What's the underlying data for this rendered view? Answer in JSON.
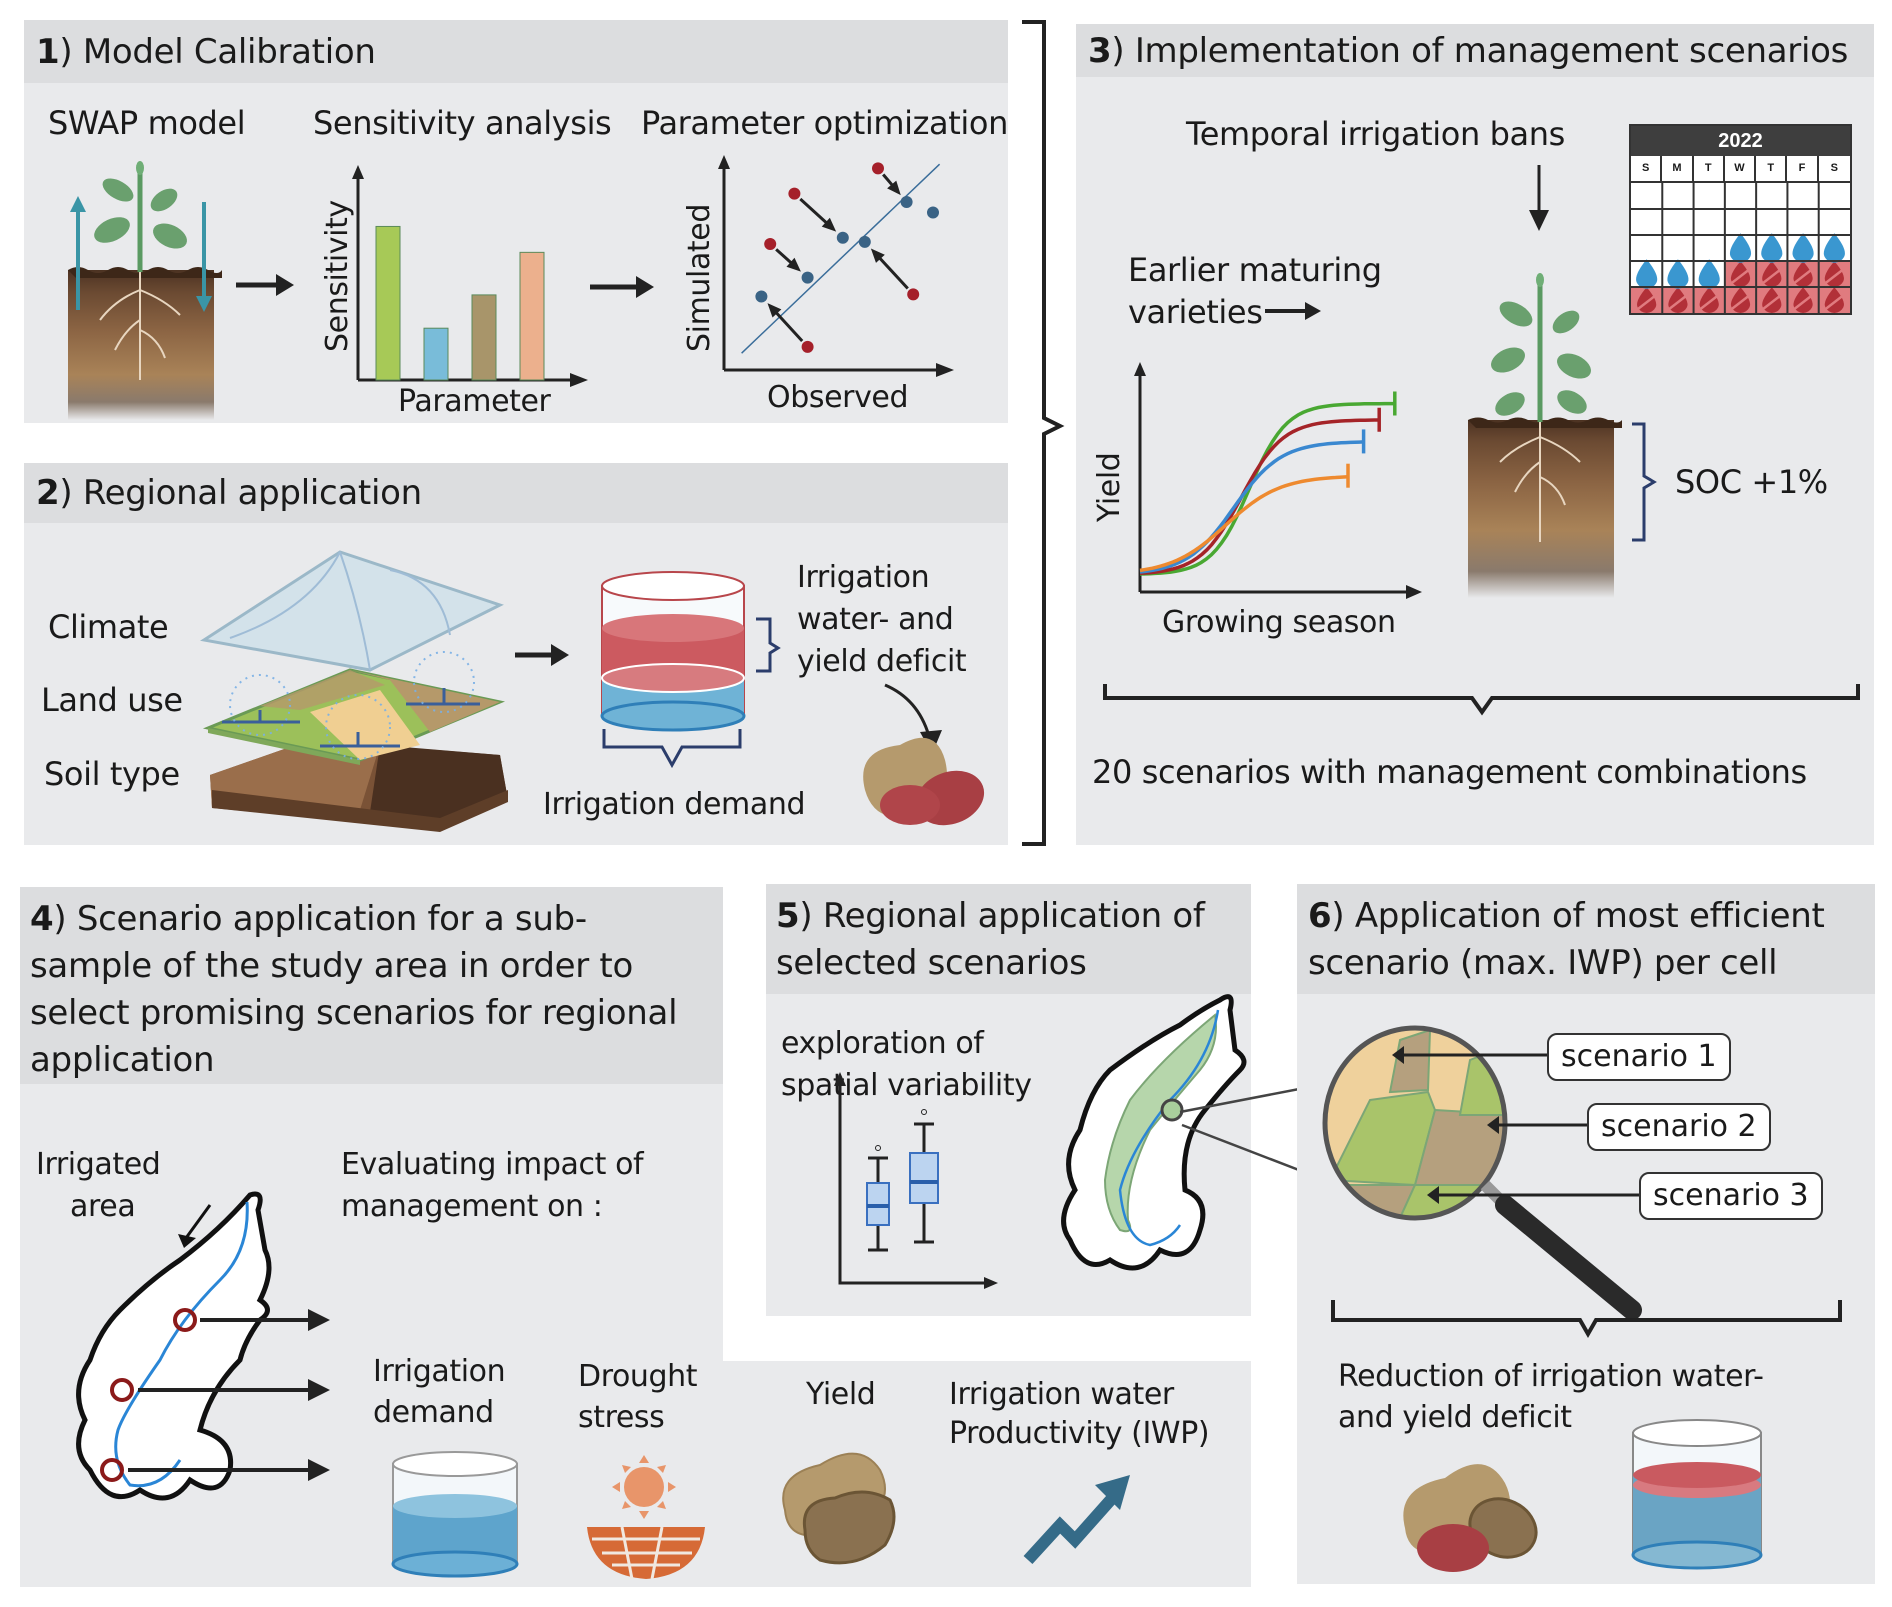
{
  "panels": {
    "p1": {
      "number": "1",
      "title": ") Model Calibration",
      "labels": {
        "swap_model": "SWAP model",
        "sensitivity_analysis": "Sensitivity analysis",
        "parameter_optimization": "Parameter optimization"
      },
      "sensitivity_chart": {
        "ylabel": "Sensitivity",
        "xlabel": "Parameter",
        "bars": [
          {
            "value": 0.83,
            "color": "#a7c957"
          },
          {
            "value": 0.28,
            "color": "#79bcd9"
          },
          {
            "value": 0.46,
            "color": "#a8956a"
          },
          {
            "value": 0.69,
            "color": "#ecb08d"
          }
        ]
      },
      "optimization_chart": {
        "ylabel": "Simulated",
        "xlabel": "Observed",
        "pairs": [
          {
            "from": [
              0.7,
              0.96
            ],
            "to": [
              0.83,
              0.8
            ]
          },
          {
            "from": [
              0.32,
              0.84
            ],
            "to": [
              0.54,
              0.63
            ]
          },
          {
            "from": [
              0.21,
              0.6
            ],
            "to": [
              0.38,
              0.44
            ]
          },
          {
            "from": [
              0.86,
              0.36
            ],
            "to": [
              0.64,
              0.61
            ]
          },
          {
            "from": [
              0.38,
              0.11
            ],
            "to": [
              0.17,
              0.35
            ]
          }
        ],
        "extra_point": [
          0.95,
          0.75
        ],
        "observed_color": "#a5202a",
        "simulated_color": "#3a6385"
      }
    },
    "p2": {
      "number": "2",
      "title": ") Regional application",
      "labels": {
        "climate": "Climate",
        "land_use": "Land use",
        "soil_type": "Soil type",
        "irrigation_deficit": [
          "Irrigation",
          "water- and",
          "yield deficit"
        ],
        "irrigation_demand": "Irrigation demand"
      }
    },
    "p3": {
      "number": "3",
      "title": ") Implementation of management scenarios",
      "labels": {
        "temporal_bans": "Temporal irrigation bans",
        "earlier_maturing": [
          "Earlier maturing",
          "varieties"
        ],
        "soc": "SOC +1%",
        "yield_axis": "Yield",
        "growing_season": "Growing season",
        "scenario_count": "20 scenarios with management combinations"
      },
      "calendar": {
        "year": "2022",
        "days": [
          "S",
          "M",
          "T",
          "W",
          "T",
          "F",
          "S"
        ],
        "ban_from_row": [
          4,
          4,
          4,
          3,
          3,
          3,
          3
        ],
        "drop_color": "#3a97d0",
        "ban_color": "#e07b7f"
      },
      "growth_curves": [
        {
          "name": "green",
          "color": "#49a832",
          "plateau": 1.0,
          "end": 0.98
        },
        {
          "name": "red",
          "color": "#a52428",
          "plateau": 0.91,
          "end": 0.92
        },
        {
          "name": "blue",
          "color": "#3a88d0",
          "plateau": 0.79,
          "end": 0.86
        },
        {
          "name": "orange",
          "color": "#ee8a2f",
          "plateau": 0.6,
          "end": 0.8
        }
      ]
    },
    "p4": {
      "number": "4",
      "title_lines": [
        ") Scenario application for a sub-",
        "sample of the study area in order to",
        "select promising scenarios for regional",
        "application"
      ],
      "labels": {
        "irrigated_area": [
          "Irrigated",
          "area"
        ],
        "evaluating": [
          "Evaluating impact of",
          "management on :"
        ],
        "irrigation_demand": [
          "Irrigation",
          "demand"
        ],
        "drought_stress": [
          "Drought",
          "stress"
        ]
      }
    },
    "p5": {
      "number": "5",
      "title_lines": [
        ") Regional application of",
        "selected scenarios"
      ],
      "labels": {
        "exploration": [
          "exploration of",
          "spatial variability"
        ]
      }
    },
    "p5b": {
      "labels": {
        "yield": "Yield",
        "iwp": [
          "Irrigation water",
          "Productivity (IWP)"
        ]
      }
    },
    "p6": {
      "number": "6",
      "title_lines": [
        ") Application of most efficient",
        "scenario (max. IWP) per cell"
      ],
      "scenarios": [
        "scenario 1",
        "scenario 2",
        "scenario 3"
      ],
      "labels": {
        "reduction": [
          "Reduction of irrigation water-",
          "and yield deficit"
        ]
      }
    }
  }
}
